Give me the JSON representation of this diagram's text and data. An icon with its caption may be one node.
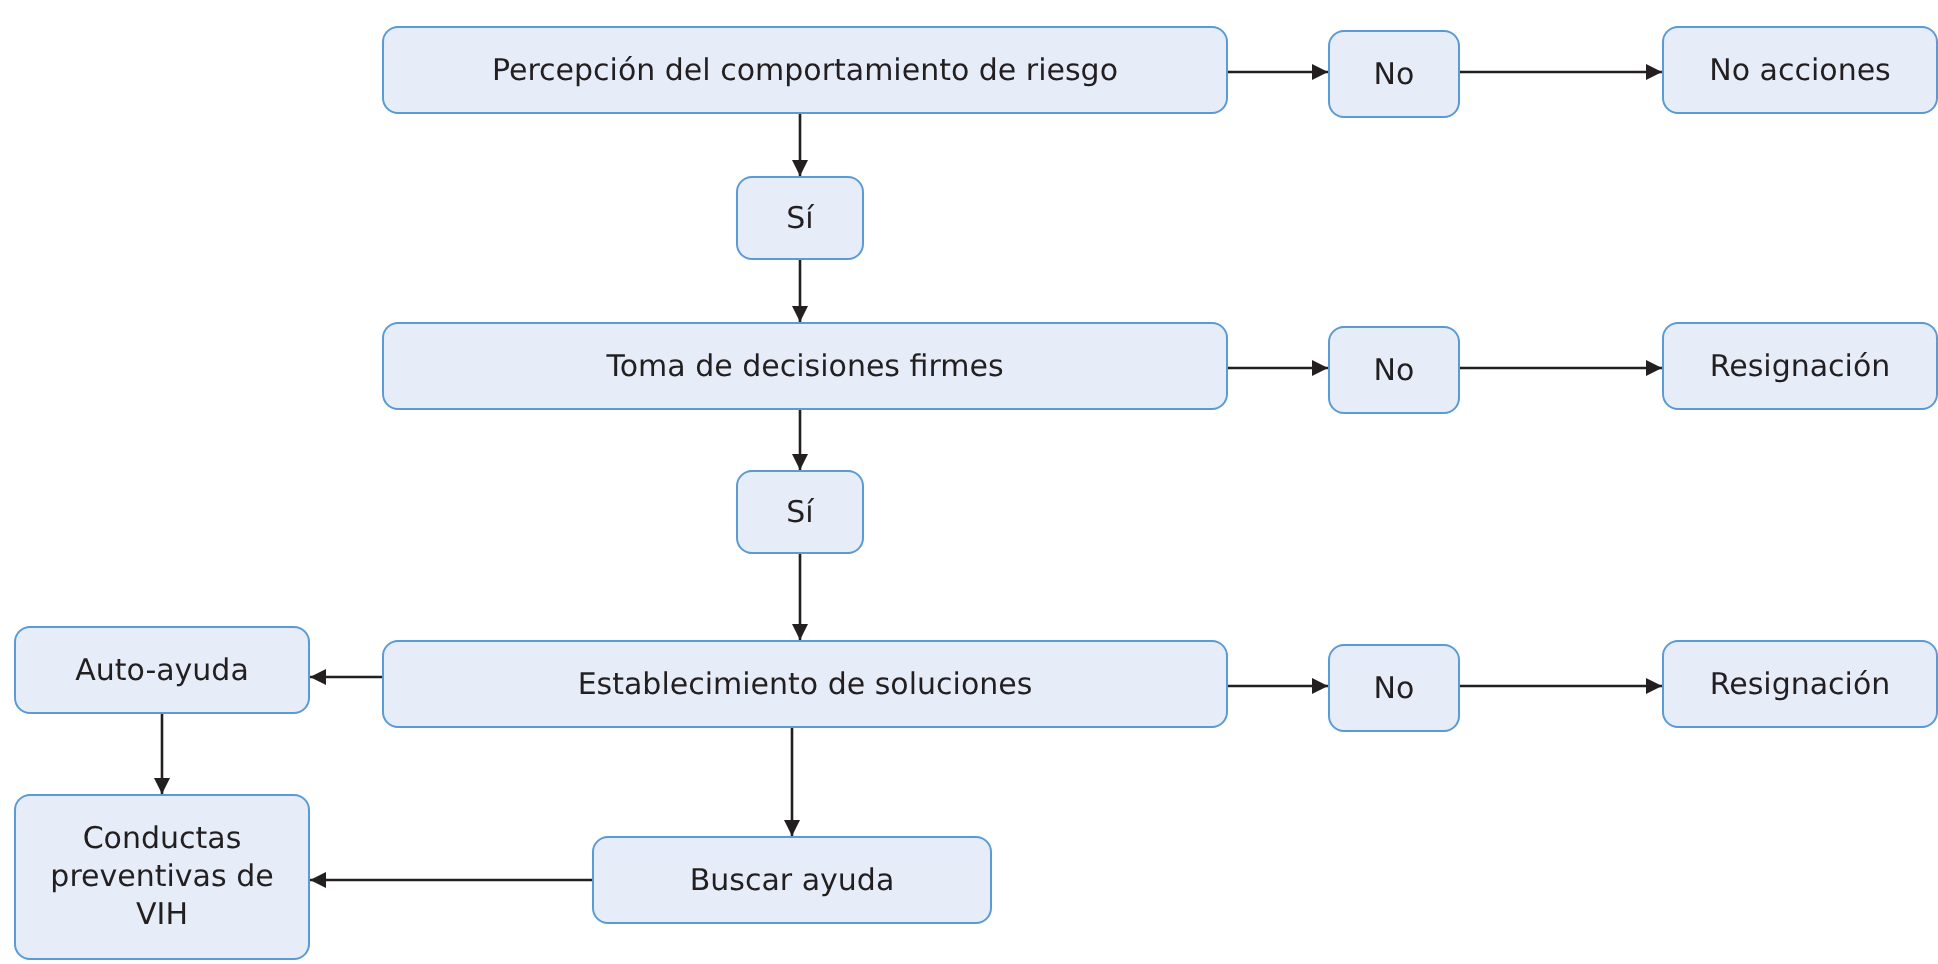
{
  "diagram": {
    "nodes": [
      {
        "text": [
          "Percepción del comportamiento de riesgo"
        ]
      },
      {
        "text": [
          "No"
        ]
      },
      {
        "text": [
          "No acciones"
        ]
      },
      {
        "text": [
          "Sí"
        ]
      },
      {
        "text": [
          "Toma de decisiones firmes"
        ]
      },
      {
        "text": [
          "No"
        ]
      },
      {
        "text": [
          "Resignación"
        ]
      },
      {
        "text": [
          "Sí"
        ]
      },
      {
        "text": [
          "Establecimiento de soluciones"
        ]
      },
      {
        "text": [
          "No"
        ]
      },
      {
        "text": [
          "Resignación"
        ]
      },
      {
        "text": [
          "Auto-ayuda"
        ]
      },
      {
        "text": [
          "Buscar ayuda"
        ]
      },
      {
        "text": [
          "Conductas preventivas de VIH"
        ]
      }
    ],
    "edges": [
      {
        "from": 0,
        "to": 1,
        "arrow": "to"
      },
      {
        "from": 1,
        "to": 2,
        "arrow": "to"
      },
      {
        "from": 0,
        "to": 3,
        "arrow": "to"
      },
      {
        "from": 3,
        "to": 4,
        "arrow": "to"
      },
      {
        "from": 4,
        "to": 5,
        "arrow": "to"
      },
      {
        "from": 5,
        "to": 6,
        "arrow": "to"
      },
      {
        "from": 4,
        "to": 7,
        "arrow": "to"
      },
      {
        "from": 7,
        "to": 8,
        "arrow": "to"
      },
      {
        "from": 8,
        "to": 9,
        "arrow": "to"
      },
      {
        "from": 9,
        "to": 10,
        "arrow": "to"
      },
      {
        "from": 8,
        "to": 11,
        "arrow": "to"
      },
      {
        "from": 11,
        "to": 13,
        "arrow": "to"
      },
      {
        "from": 8,
        "to": 12,
        "arrow": "to"
      },
      {
        "from": 12,
        "to": 13,
        "arrow": "to"
      }
    ]
  }
}
